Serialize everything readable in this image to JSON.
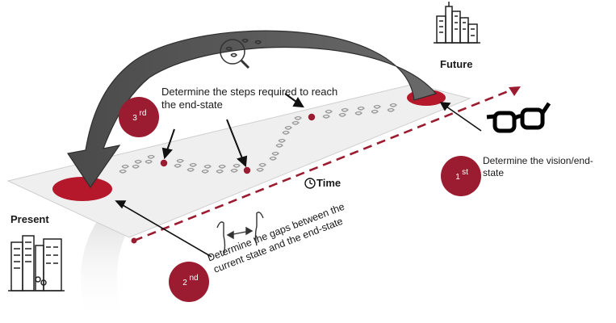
{
  "labels": {
    "future": "Future",
    "present": "Present",
    "time": "Time"
  },
  "steps": [
    {
      "num": "1",
      "suffix": "st",
      "lines": [
        "Determine the vision/end-",
        "state"
      ]
    },
    {
      "num": "2",
      "suffix": "nd",
      "lines": [
        "Determine the gaps between the",
        "current state and the end-state"
      ]
    },
    {
      "num": "3",
      "suffix": "rd",
      "lines": [
        "Determine the steps required to reach",
        "the end-state"
      ]
    }
  ],
  "icons": [
    "city-future-icon",
    "city-present-icon",
    "glasses-icon",
    "magnifier-footprints-icon",
    "hands-gap-icon",
    "clock-icon",
    "footprints-icon"
  ],
  "colors": {
    "accent": "#9b1b30",
    "arrow": "#5a5a5a",
    "plane": "#efefef"
  }
}
